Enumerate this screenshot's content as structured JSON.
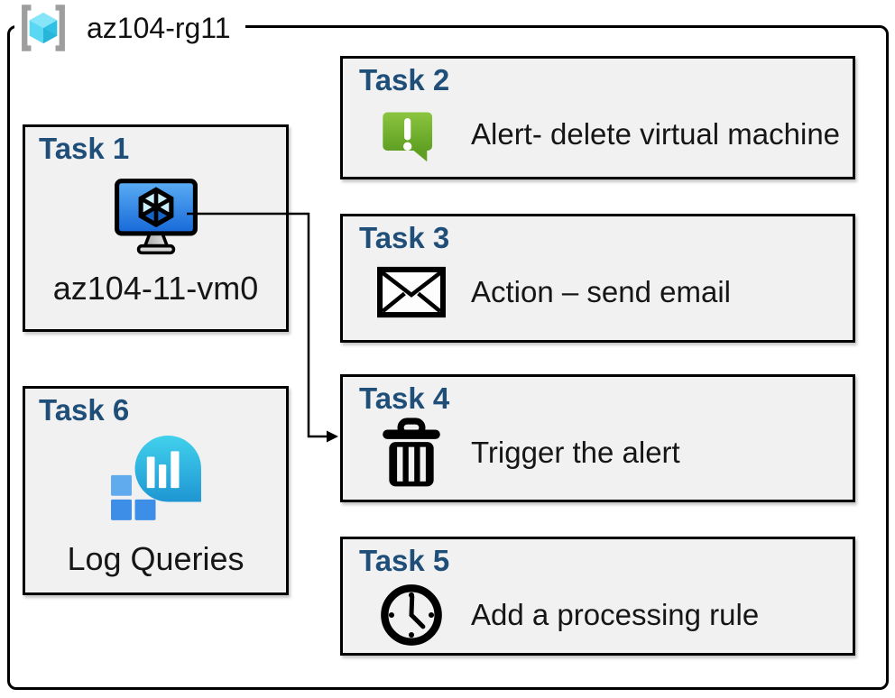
{
  "title": "az104-rg11",
  "tasks": {
    "t1": {
      "header": "Task 1",
      "label": "az104-11-vm0",
      "icon": "virtual-machine-icon"
    },
    "t2": {
      "header": "Task 2",
      "label": "Alert- delete virtual machine",
      "icon": "alert-message-icon"
    },
    "t3": {
      "header": "Task 3",
      "label": "Action – send email",
      "icon": "email-envelope-icon"
    },
    "t4": {
      "header": "Task 4",
      "label": "Trigger the alert",
      "icon": "trash-delete-icon"
    },
    "t5": {
      "header": "Task 5",
      "label": "Add a processing rule",
      "icon": "clock-icon"
    },
    "t6": {
      "header": "Task 6",
      "label": "Log Queries",
      "icon": "log-analytics-icon"
    }
  },
  "connector": {
    "from": "task1-vm",
    "to": "task4",
    "style": "elbow-arrow"
  },
  "colors": {
    "task_header": "#1f4e79",
    "box_fill": "#f1f1f1",
    "box_border": "#000000",
    "alert_green_top": "#8bc540",
    "alert_green_bottom": "#5f9f22",
    "vm_screen_top": "#5caef5",
    "vm_screen_bottom": "#1668d8",
    "rg_cube_cyan": "#59d8f3",
    "rg_bracket_gray": "#9e9e9e",
    "log_bubble_top": "#41d1ec",
    "log_bubble_bottom": "#1f96d3",
    "log_square_light": "#60aaee",
    "log_square_dark": "#3d8ee6"
  }
}
